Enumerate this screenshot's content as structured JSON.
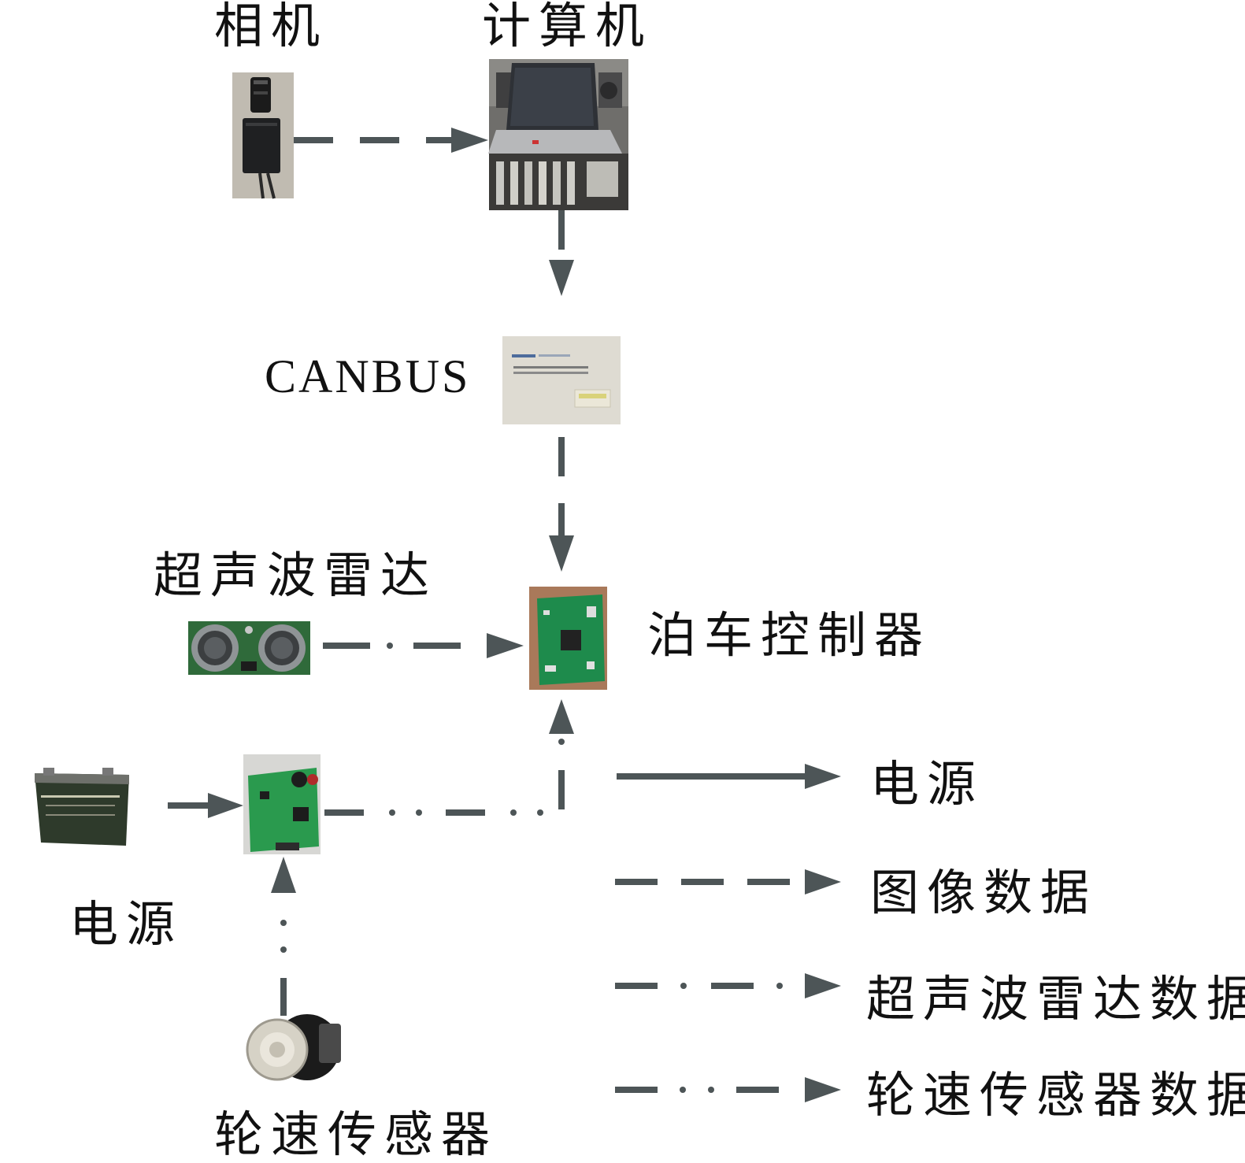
{
  "nodes": {
    "camera": {
      "label": "相机"
    },
    "computer": {
      "label": "计算机"
    },
    "canbus": {
      "label": "CANBUS"
    },
    "ultrasonic": {
      "label": "超声波雷达"
    },
    "controller": {
      "label": "泊车控制器"
    },
    "power": {
      "label": "电源"
    },
    "wheel_sensor": {
      "label": "轮速传感器"
    }
  },
  "legend": [
    {
      "style": "solid",
      "label": "电源"
    },
    {
      "style": "dashed",
      "label": "图像数据"
    },
    {
      "style": "dash-dot",
      "label": "超声波雷达数据"
    },
    {
      "style": "dash-dot-dot",
      "label": "轮速传感器数据"
    }
  ],
  "colors": {
    "arrow": "#4d5557",
    "text": "#111111"
  }
}
